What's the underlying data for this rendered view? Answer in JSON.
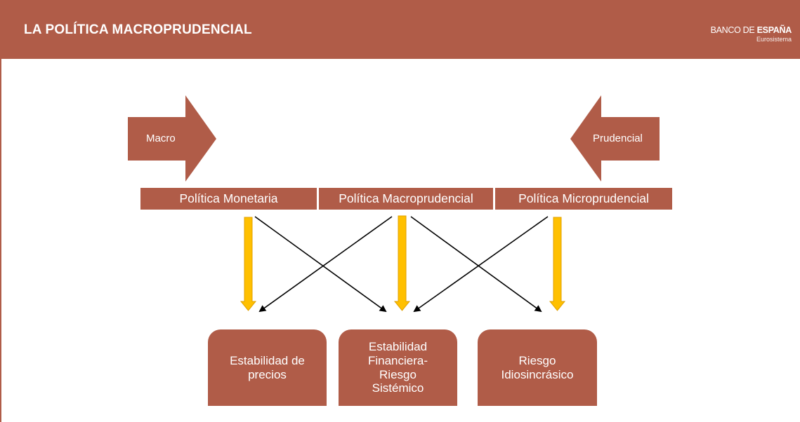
{
  "header": {
    "title": "LA POLÍTICA MACROPRUDENCIAL",
    "logo_prefix": "BANCO DE ",
    "logo_bold": "ESPAÑA",
    "logo_sub": "Eurosistema"
  },
  "arrows": {
    "left_label": "Macro",
    "right_label": "Prudencial"
  },
  "policies": [
    "Política Monetaria",
    "Política Macroprudencial",
    "Política Microprudencial"
  ],
  "outcomes": [
    "Estabilidad de precios",
    "Estabilidad Financiera- Riesgo Sistémico",
    "Riesgo Idiosincrásico"
  ],
  "colors": {
    "brand": "#b05c48",
    "yellow_arrow": "#ffc000",
    "connector": "#000000"
  }
}
